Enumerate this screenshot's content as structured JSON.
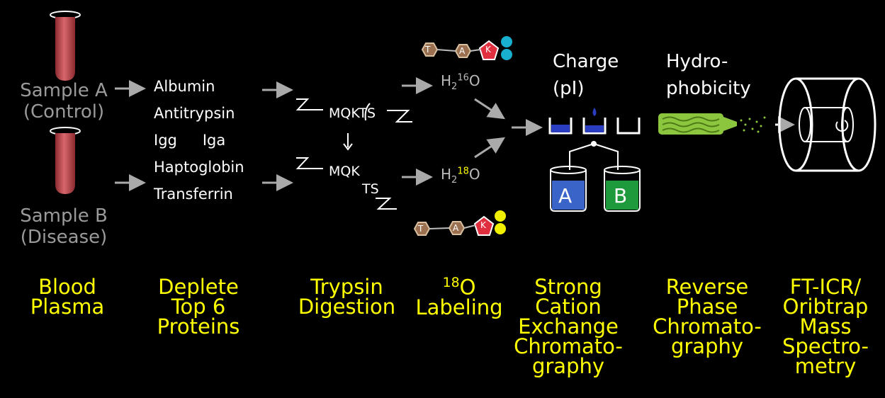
{
  "samples": [
    {
      "line1": "Sample A",
      "line2": "(Control)"
    },
    {
      "line1": "Sample B",
      "line2": "(Disease)"
    }
  ],
  "proteins": [
    "Albumin",
    "Antitrypsin",
    "Igg",
    "Iga",
    "Haptoglobin",
    "Transferrin"
  ],
  "peptides": {
    "top": "MQKTS",
    "bottom_left": "MQK",
    "bottom_right": "TS"
  },
  "labeling": {
    "h": "H",
    "sub": "2",
    "sup_top": "16",
    "sup_bottom": "18",
    "o": "O"
  },
  "tags": {
    "t": "T",
    "a": "A",
    "k": "K"
  },
  "scx": {
    "header_l1": "Charge",
    "header_l2": "(pI)",
    "vial_a": "A",
    "vial_b": "B"
  },
  "rp": {
    "header_l1": "Hydro-",
    "header_l2": "phobicity"
  },
  "colors": {
    "label": "#ffff00",
    "tube": "#c8555a",
    "vial_a": "#3a64c8",
    "vial_b": "#1e9a3c",
    "hex": "#9a7050",
    "pent_red": "#e03040",
    "dot_cyan": "#19b0d0",
    "dot_yellow": "#f0f000",
    "column": "#8cc63f"
  },
  "steps": [
    {
      "l1": "Blood",
      "l2": "Plasma"
    },
    {
      "l1": "Deplete",
      "l2": "Top 6",
      "l3": "Proteins"
    },
    {
      "l1": "Trypsin",
      "l2": "Digestion"
    },
    {
      "sup": "18",
      "l1": "O",
      "l2": "Labeling"
    },
    {
      "l1": "Strong",
      "l2": "Cation",
      "l3": "Exchange",
      "l4": "Chromato-",
      "l5": "graphy"
    },
    {
      "l1": "Reverse",
      "l2": "Phase",
      "l3": "Chromato-",
      "l4": "graphy"
    },
    {
      "l1": "FT-ICR/",
      "l2": "Oribtrap",
      "l3": "Mass",
      "l4": "Spectro-",
      "l5": "metry"
    }
  ]
}
